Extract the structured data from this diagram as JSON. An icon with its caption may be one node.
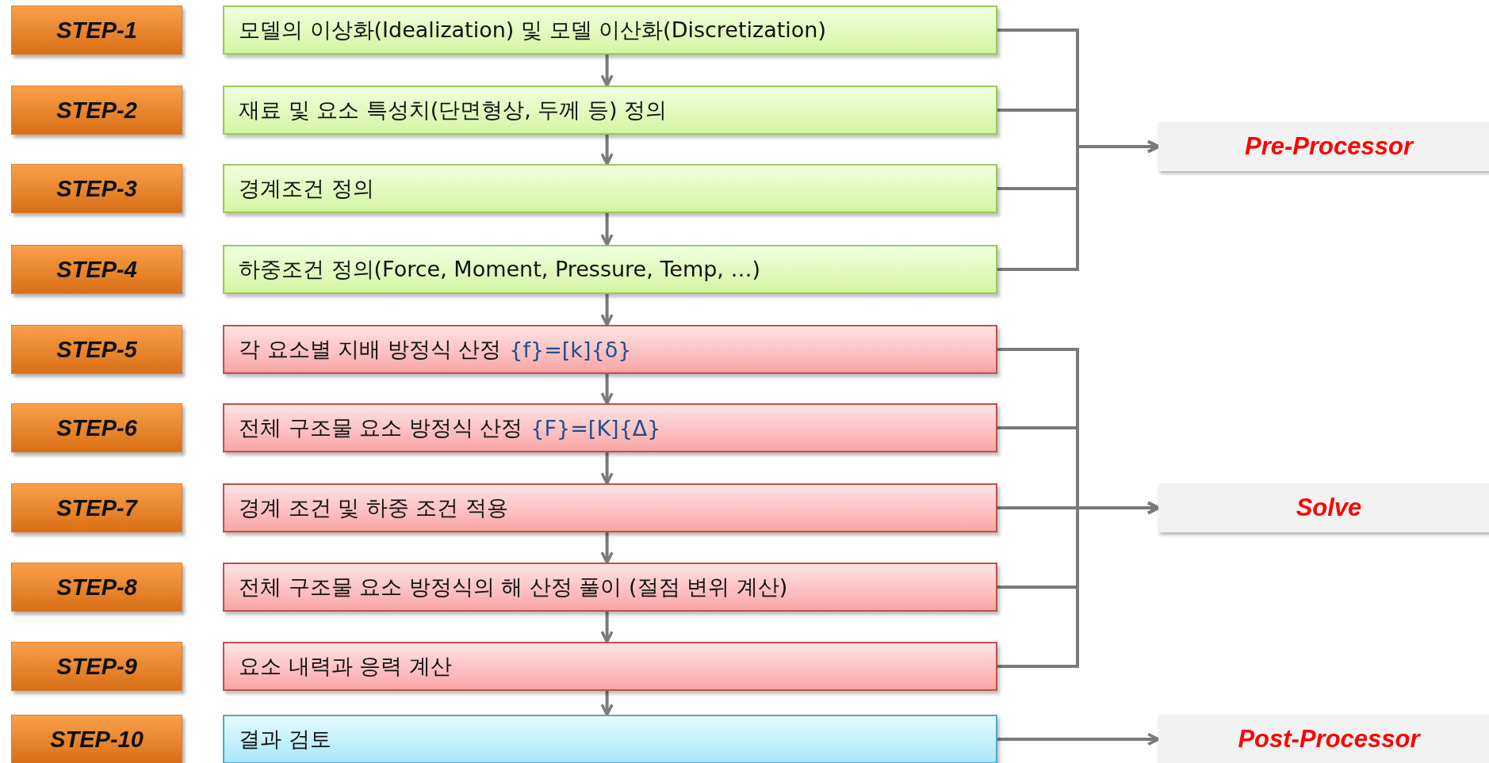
{
  "diagram": {
    "nodes": [
      {
        "text": [
          "STEP-1"
        ]
      },
      {
        "text": [
          "모델의 이상화(Idealization) 및 모델 이산화(Discretization)"
        ]
      },
      {
        "text": [
          "STEP-2"
        ]
      },
      {
        "text": [
          "재료 및 요소 특성치(단면형상, 두께 등) 정의"
        ]
      },
      {
        "text": [
          "STEP-3"
        ]
      },
      {
        "text": [
          "경계조건 정의"
        ]
      },
      {
        "text": [
          "STEP-4"
        ]
      },
      {
        "text": [
          "하중조건 정의(Force, Moment, Pressure, Temp, …)"
        ]
      },
      {
        "text": [
          "STEP-5"
        ]
      },
      {
        "text": [
          "각 요소별 지배 방정식 산정",
          "{f}=[k]{δ}"
        ]
      },
      {
        "text": [
          "STEP-6"
        ]
      },
      {
        "text": [
          "전체 구조물 요소 방정식 산정",
          "{F}=[K]{Δ}"
        ]
      },
      {
        "text": [
          "STEP-7"
        ]
      },
      {
        "text": [
          "경계 조건 및 하중 조건 적용"
        ]
      },
      {
        "text": [
          "STEP-8"
        ]
      },
      {
        "text": [
          "전체 구조물 요소 방정식의 해 산정 풀이 (절점 변위 계산)"
        ]
      },
      {
        "text": [
          "STEP-9"
        ]
      },
      {
        "text": [
          "요소 내력과 응력 계산"
        ]
      },
      {
        "text": [
          "STEP-10"
        ]
      },
      {
        "text": [
          "결과 검토"
        ]
      },
      {
        "text": [
          "Pre-Processor"
        ]
      },
      {
        "text": [
          "Solve"
        ]
      },
      {
        "text": [
          "Post-Processor"
        ]
      }
    ],
    "edges": [
      {
        "from": 1,
        "to": 3,
        "arrow": "to"
      },
      {
        "from": 3,
        "to": 5,
        "arrow": "to"
      },
      {
        "from": 5,
        "to": 7,
        "arrow": "to"
      },
      {
        "from": 7,
        "to": 9,
        "arrow": "to"
      },
      {
        "from": 9,
        "to": 11,
        "arrow": "to"
      },
      {
        "from": 11,
        "to": 13,
        "arrow": "to"
      },
      {
        "from": 13,
        "to": 15,
        "arrow": "to"
      },
      {
        "from": 15,
        "to": 17,
        "arrow": "to"
      },
      {
        "from": 17,
        "to": 19,
        "arrow": "to"
      },
      {
        "from": 1,
        "to": 20,
        "arrow": "to"
      },
      {
        "from": 3,
        "to": 20,
        "arrow": "to"
      },
      {
        "from": 5,
        "to": 20,
        "arrow": "to"
      },
      {
        "from": 7,
        "to": 20,
        "arrow": "to"
      },
      {
        "from": 9,
        "to": 21,
        "arrow": "to"
      },
      {
        "from": 11,
        "to": 21,
        "arrow": "to"
      },
      {
        "from": 13,
        "to": 21,
        "arrow": "to"
      },
      {
        "from": 15,
        "to": 21,
        "arrow": "to"
      },
      {
        "from": 17,
        "to": 21,
        "arrow": "to"
      },
      {
        "from": 19,
        "to": 22,
        "arrow": "to"
      }
    ]
  }
}
